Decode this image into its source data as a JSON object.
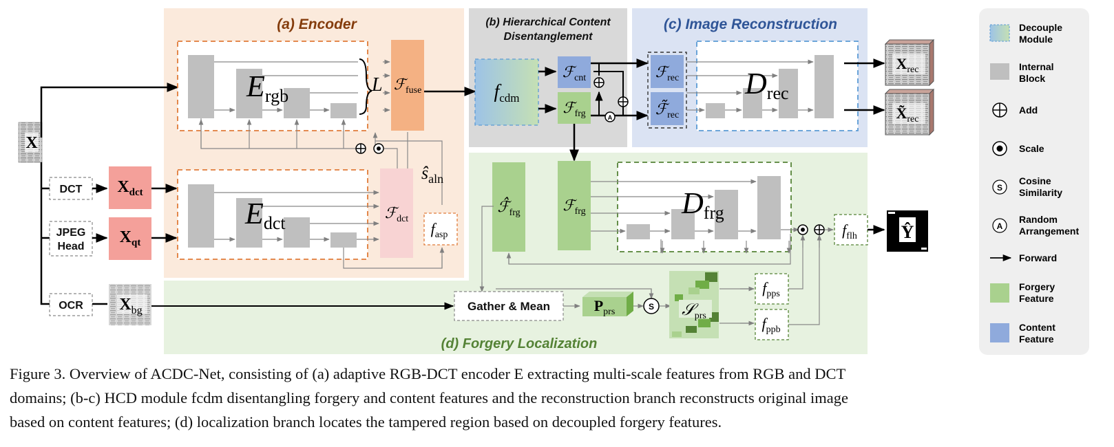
{
  "regions": {
    "encoder": "(a) Encoder",
    "hcd": [
      "(b) Hierarchical Content",
      "Disentanglement"
    ],
    "reconstruction": "(c) Image Reconstruction",
    "localization": "(d) Forgery Localization"
  },
  "inputs": {
    "dct_op": "DCT",
    "jpeg_op": [
      "JPEG",
      "Head"
    ],
    "ocr_op": "OCR"
  },
  "boxes": {
    "gather_mean": "Gather & Mean"
  },
  "legend": [
    {
      "icon": "decouple-module-icon",
      "label": [
        "Decouple",
        "Module"
      ]
    },
    {
      "icon": "internal-block-icon",
      "label": [
        "Internal",
        "Block"
      ]
    },
    {
      "icon": "add-icon",
      "label": [
        "Add"
      ]
    },
    {
      "icon": "scale-icon",
      "label": [
        "Scale"
      ]
    },
    {
      "icon": "cosine-similarity-icon",
      "label": [
        "Cosine",
        "Similarity"
      ]
    },
    {
      "icon": "random-arrangement-icon",
      "label": [
        "Random",
        "Arrangement"
      ]
    },
    {
      "icon": "forward-arrow-icon",
      "label": [
        "Forward"
      ]
    },
    {
      "icon": "forgery-feature-icon",
      "label": [
        "Forgery",
        "Feature"
      ]
    },
    {
      "icon": "content-feature-icon",
      "label": [
        "Content",
        "Feature"
      ]
    }
  ],
  "colors": {
    "encoder_bg": "#fbeadc",
    "hcd_bg": "#d9d9d9",
    "reconstruction_bg": "#dbe3f3",
    "localization_bg": "#e7f2e0",
    "forgery_feature": "#a9d18e",
    "content_feature": "#8faadc",
    "fuse": "#f4b183",
    "dct_input": "#f4a09a",
    "internal_block": "#bfbfbf",
    "encoder_title": "#843c0c",
    "reconstruction_title": "#2f5597",
    "localization_title": "#548235"
  },
  "caption": {
    "line1": "Figure 3.  Overview of ACDC-Net, consisting of (a) adaptive RGB-DCT encoder E extracting multi-scale features from RGB and DCT",
    "line2": "domains; (b-c) HCD module fcdm disentangling forgery and content features and the reconstruction branch reconstructs original image",
    "line3": "based on content features; (d) localization branch locates the tampered region based on decoupled forgery features."
  }
}
